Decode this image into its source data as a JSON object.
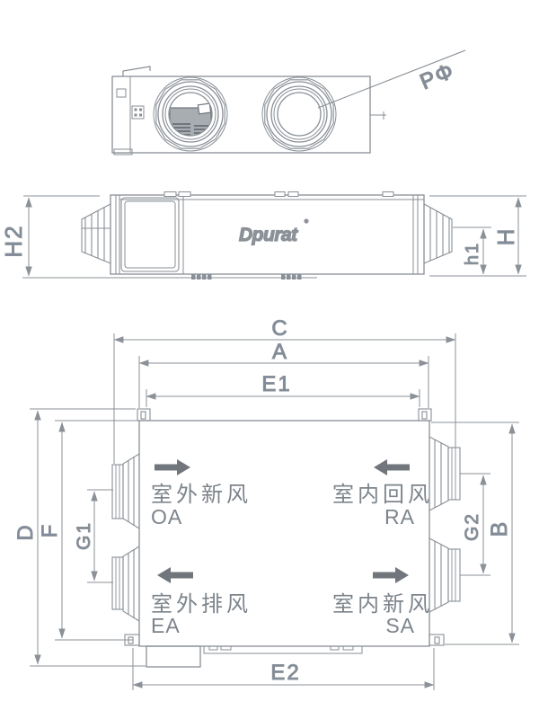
{
  "brand": {
    "logo_text": "Dpurat"
  },
  "annotations": {
    "pipe_diameter": "PΦ"
  },
  "dimensions": {
    "C": "C",
    "A": "A",
    "E1": "E1",
    "E2": "E2",
    "D": "D",
    "F": "F",
    "G1": "G1",
    "G2": "G2",
    "B": "B",
    "H2": "H2",
    "H": "H",
    "h1": "h1"
  },
  "ports": {
    "oa": {
      "label_cn": "室外新风",
      "label_en": "OA",
      "direction": "in"
    },
    "ra": {
      "label_cn": "室内回风",
      "label_en": "RA",
      "direction": "in"
    },
    "ea": {
      "label_cn": "室外排风",
      "label_en": "EA",
      "direction": "out"
    },
    "sa": {
      "label_cn": "室内新风",
      "label_en": "SA",
      "direction": "out"
    }
  },
  "colors": {
    "line": "#898f96",
    "dim_text": "#7c8a9d",
    "label_text": "#7d848b",
    "flow_arrow": "#70767c"
  }
}
